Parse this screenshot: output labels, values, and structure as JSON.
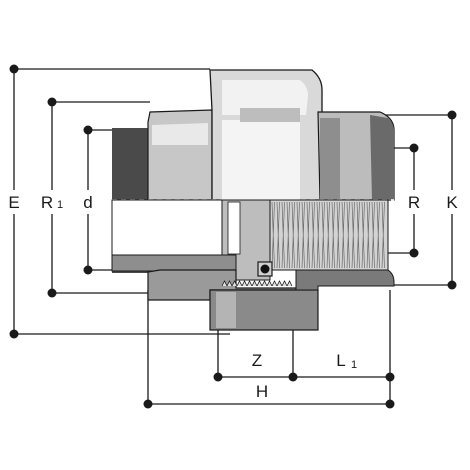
{
  "diagram": {
    "labels": {
      "E": "E",
      "R1": "R",
      "R1_sub": "1",
      "d": "d",
      "R": "R",
      "K": "K",
      "Z": "Z",
      "L1": "L",
      "L1_sub": "1",
      "H": "H"
    },
    "colors": {
      "line": "#1a1a1a",
      "body_light": "#e6e6e6",
      "body_mid": "#c7c7c7",
      "body_dark": "#8e8e8e",
      "body_deep": "#5a5a5a",
      "pipe_dark": "#4a4a4a"
    }
  }
}
